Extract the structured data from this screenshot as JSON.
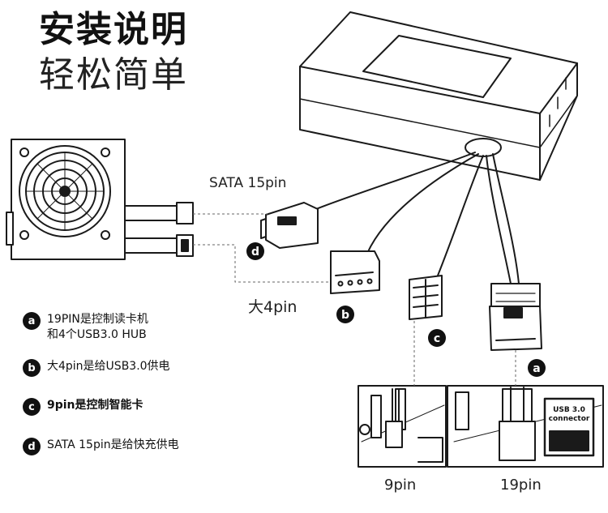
{
  "header": {
    "title": "安装说明",
    "subtitle": "轻松简单"
  },
  "labels": {
    "sata": "SATA 15pin",
    "big4pin": "大4pin",
    "pin9": "9pin",
    "pin19": "19pin",
    "usb_connector_line1": "USB 3.0",
    "usb_connector_line2": "connector"
  },
  "badges": {
    "a": "a",
    "b": "b",
    "c": "c",
    "d": "d"
  },
  "legend": [
    {
      "badge": "a",
      "text": "19PIN是控制读卡机\n和4个USB3.0 HUB"
    },
    {
      "badge": "b",
      "text": "大4pin是给USB3.0供电"
    },
    {
      "badge": "c",
      "text": "9pin是控制智能卡"
    },
    {
      "badge": "d",
      "text": "SATA 15pin是给快充供电"
    }
  ],
  "colors": {
    "line": "#1a1a1a",
    "badge": "#111111",
    "background": "#ffffff"
  }
}
